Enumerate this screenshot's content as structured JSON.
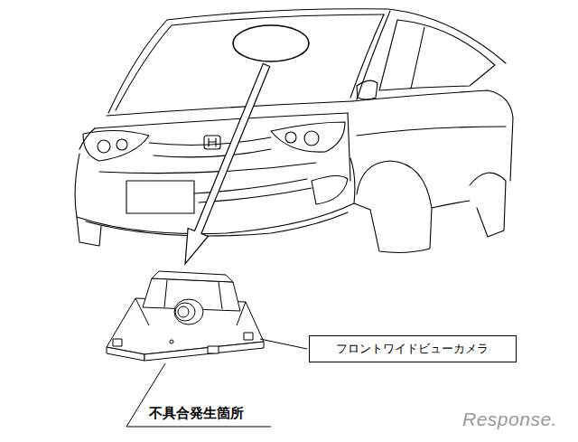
{
  "diagram": {
    "nodes": [
      {
        "text": [
          "フロントワイドビューカメラ"
        ]
      }
    ],
    "labels": [
      "不具合発生箇所",
      "Response."
    ]
  }
}
